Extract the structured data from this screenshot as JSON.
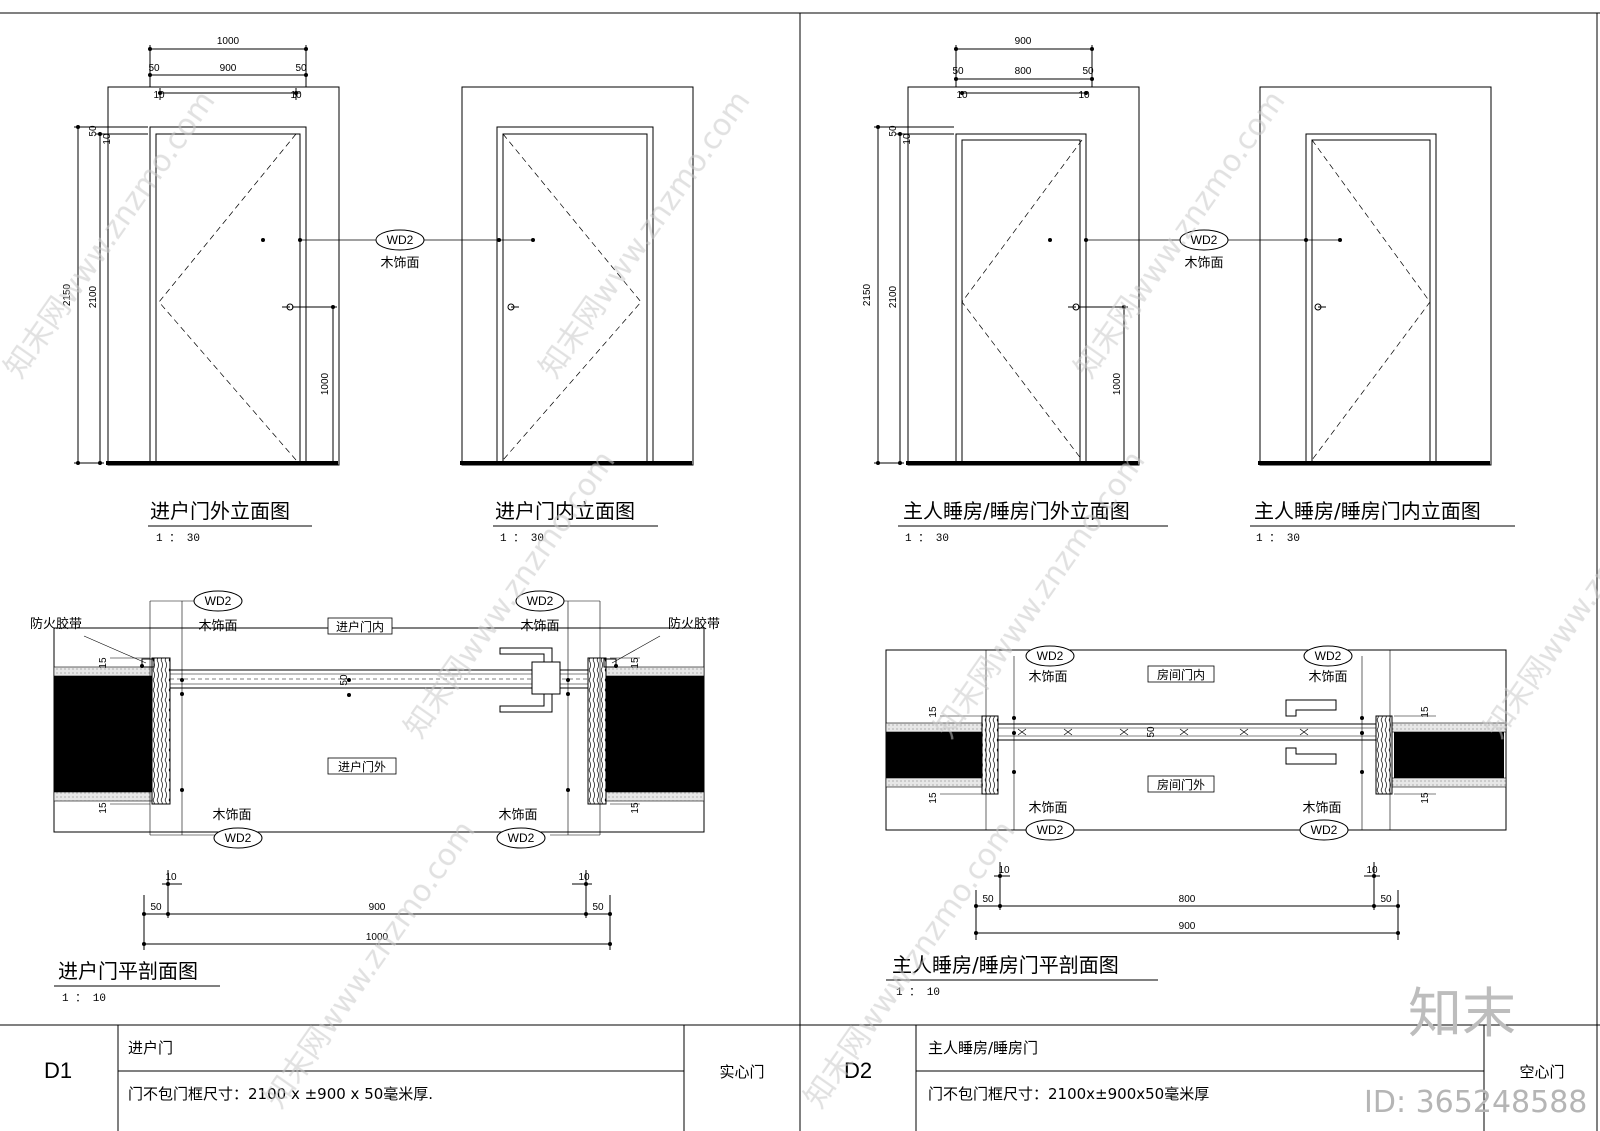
{
  "left_sheet": {
    "outer_elevation": {
      "title": "进户门外立面图",
      "scale": "1 ： 30",
      "dims": {
        "overall_width": "1000",
        "door_width": "900",
        "frame_left": "50",
        "frame_right": "50",
        "gap_left": "10",
        "gap_right": "10",
        "frame_top": "50",
        "gap_top": "10",
        "total_height": "2150",
        "door_height": "2100",
        "handle_height": "1000"
      }
    },
    "inner_elevation": {
      "title": "进户门内立面图",
      "scale": "1 ： 30"
    },
    "tag": {
      "code": "WD2",
      "finish": "木饰面"
    },
    "plan": {
      "title": "进户门平剖面图",
      "scale": "1 ： 10",
      "inside_label": "进户门内",
      "outside_label": "进户门外",
      "fire_strip_left": "防火胶带",
      "fire_strip_right": "防火胶带",
      "thickness": "50",
      "reveal": "15",
      "dims": {
        "gap_left": "10",
        "gap_right": "10",
        "frame_left": "50",
        "frame_right": "50",
        "door_width": "900",
        "overall": "1000"
      }
    }
  },
  "right_sheet": {
    "outer_elevation": {
      "title": "主人睡房/睡房门外立面图",
      "scale": "1 ： 30",
      "dims": {
        "overall_width": "900",
        "door_width": "800",
        "frame_left": "50",
        "frame_right": "50",
        "gap_left": "10",
        "gap_right": "10",
        "frame_top": "50",
        "gap_top": "10",
        "total_height": "2150",
        "door_height": "2100",
        "handle_height": "1000"
      }
    },
    "inner_elevation": {
      "title": "主人睡房/睡房门内立面图",
      "scale": "1 ： 30"
    },
    "tag": {
      "code": "WD2",
      "finish": "木饰面"
    },
    "plan": {
      "title": "主人睡房/睡房门平剖面图",
      "scale": "1 ： 10",
      "inside_label": "房间门内",
      "outside_label": "房间门外",
      "thickness": "50",
      "reveal": "15",
      "dims": {
        "gap_left": "10",
        "gap_right": "10",
        "frame_left": "50",
        "frame_right": "50",
        "door_width": "800",
        "overall": "900"
      }
    }
  },
  "schedule": [
    {
      "code": "D1",
      "name": "进户门",
      "spec": "门不包门框尺寸：2100 x ±900 x 50毫米厚.",
      "type": "实心门"
    },
    {
      "code": "D2",
      "name": "主人睡房/睡房门",
      "spec": "门不包门框尺寸：2100x±900x50毫米厚",
      "type": "空心门"
    }
  ],
  "watermark": {
    "diagonal": "知末网www.znzmo.com",
    "logo": "知末",
    "id": "ID: 365248588"
  }
}
